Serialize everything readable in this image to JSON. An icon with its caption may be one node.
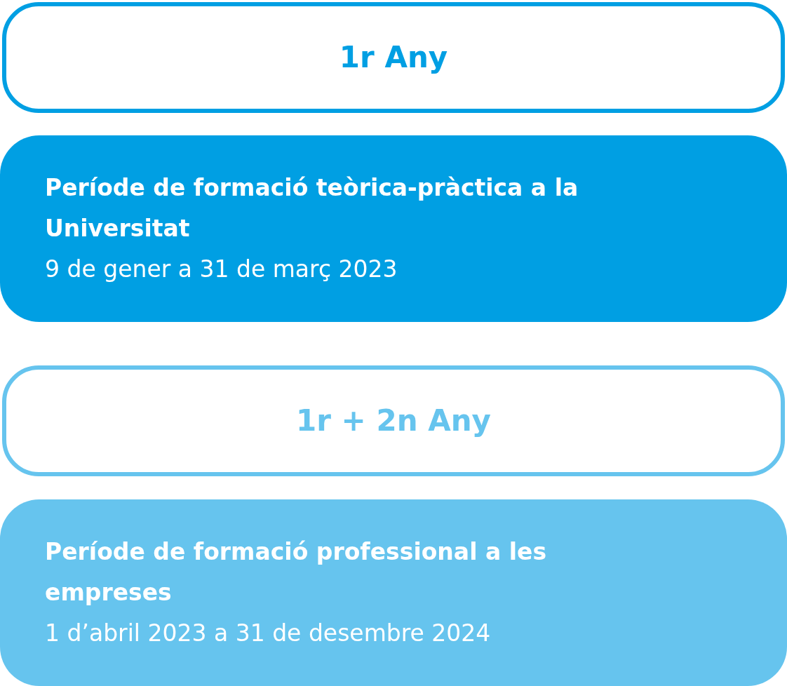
{
  "diagram": {
    "nodes": [
      {
        "text": [
          "1r Any"
        ]
      },
      {
        "text": [
          "Període de formació teòrica-pràctica a la Universitat",
          "9 de gener a 31 de març 2023"
        ]
      },
      {
        "text": [
          "1r + 2n Any"
        ]
      },
      {
        "text": [
          "Període de formació professional a les empreses",
          "1 d’abril 2023 a 31 de desembre 2024"
        ]
      }
    ]
  }
}
